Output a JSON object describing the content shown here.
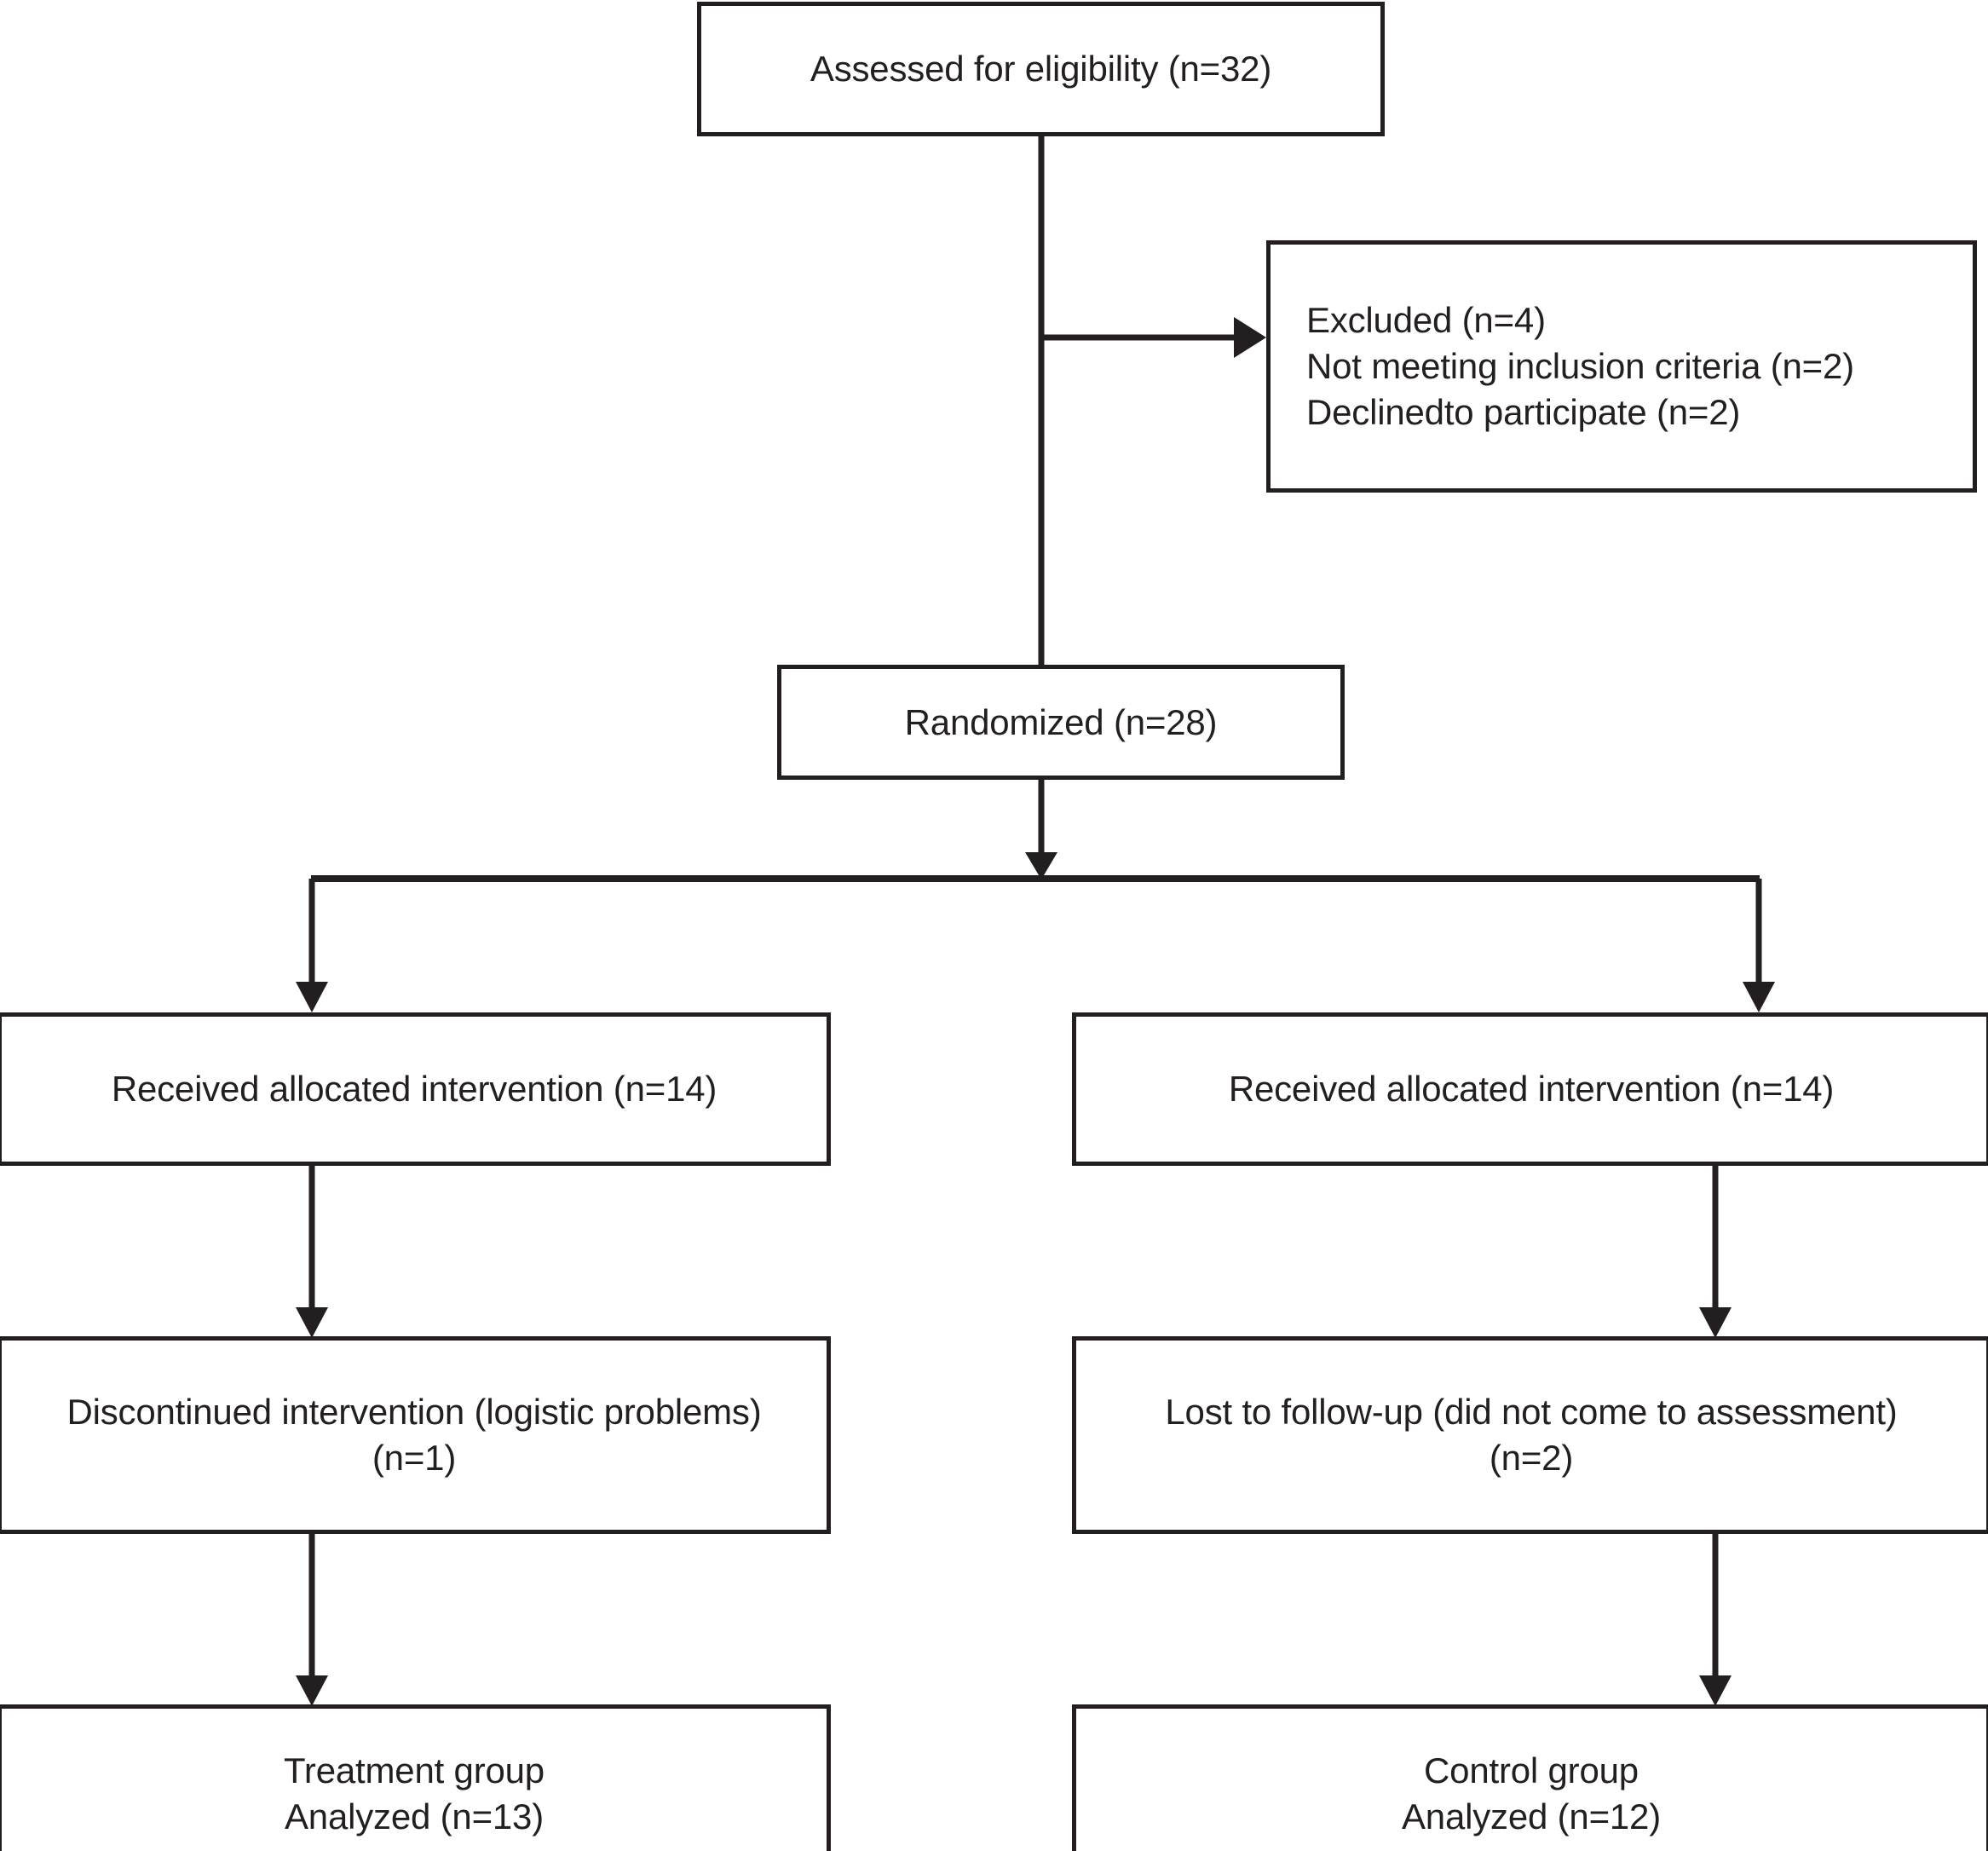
{
  "diagram": {
    "title": "CONSORT participant flow diagram",
    "stroke_color": "#231f20",
    "background_color": "#ffffff"
  },
  "nodes": {
    "assessed": {
      "id": "assessed-for-eligibility",
      "lines": [
        "Assessed for eligibility (n=32)"
      ],
      "n": 32
    },
    "excluded": {
      "id": "excluded",
      "lines": [
        "Excluded (n=4)",
        "Not meeting inclusion criteria (n=2)",
        "Declinedto participate (n=2)"
      ],
      "n": 4,
      "reasons": [
        {
          "label": "Not meeting inclusion criteria",
          "n": 2
        },
        {
          "label": "Declinedto participate",
          "n": 2
        }
      ]
    },
    "randomized": {
      "id": "randomized",
      "lines": [
        "Randomized (n=28)"
      ],
      "n": 28
    },
    "allocated_left": {
      "id": "received-allocated-intervention-treatment",
      "lines": [
        "Received allocated intervention (n=14)"
      ],
      "n": 14
    },
    "allocated_right": {
      "id": "received-allocated-intervention-control",
      "lines": [
        "Received allocated intervention (n=14)"
      ],
      "n": 14
    },
    "followup_left": {
      "id": "discontinued-intervention",
      "lines": [
        "Discontinued intervention (logistic problems)",
        "(n=1)"
      ],
      "n": 1
    },
    "followup_right": {
      "id": "lost-to-follow-up",
      "lines": [
        "Lost to follow-up (did not come to assessment)",
        "(n=2)"
      ],
      "n": 2
    },
    "analyzed_left": {
      "id": "analyzed-treatment-group",
      "lines": [
        "Treatment group",
        "Analyzed (n=13)"
      ],
      "n": 13
    },
    "analyzed_right": {
      "id": "analyzed-control-group",
      "lines": [
        "Control group",
        "Analyzed (n=12)"
      ],
      "n": 12
    }
  },
  "connectors": [
    {
      "name": "assessed-to-randomized",
      "from": "assessed",
      "to": "randomized",
      "type": "vertical-line"
    },
    {
      "name": "assessed-to-excluded",
      "from": "assessed",
      "to": "excluded",
      "type": "horizontal-arrow"
    },
    {
      "name": "randomized-to-allocation-split",
      "from": "randomized",
      "to": "allocation-row",
      "type": "split-arrow"
    },
    {
      "name": "allocated-left-to-followup-left",
      "from": "allocated_left",
      "to": "followup_left",
      "type": "vertical-arrow"
    },
    {
      "name": "allocated-right-to-followup-right",
      "from": "allocated_right",
      "to": "followup_right",
      "type": "vertical-arrow"
    },
    {
      "name": "followup-left-to-analyzed-left",
      "from": "followup_left",
      "to": "analyzed_left",
      "type": "vertical-arrow"
    },
    {
      "name": "followup-right-to-analyzed-right",
      "from": "followup_right",
      "to": "analyzed_right",
      "type": "vertical-arrow"
    }
  ]
}
